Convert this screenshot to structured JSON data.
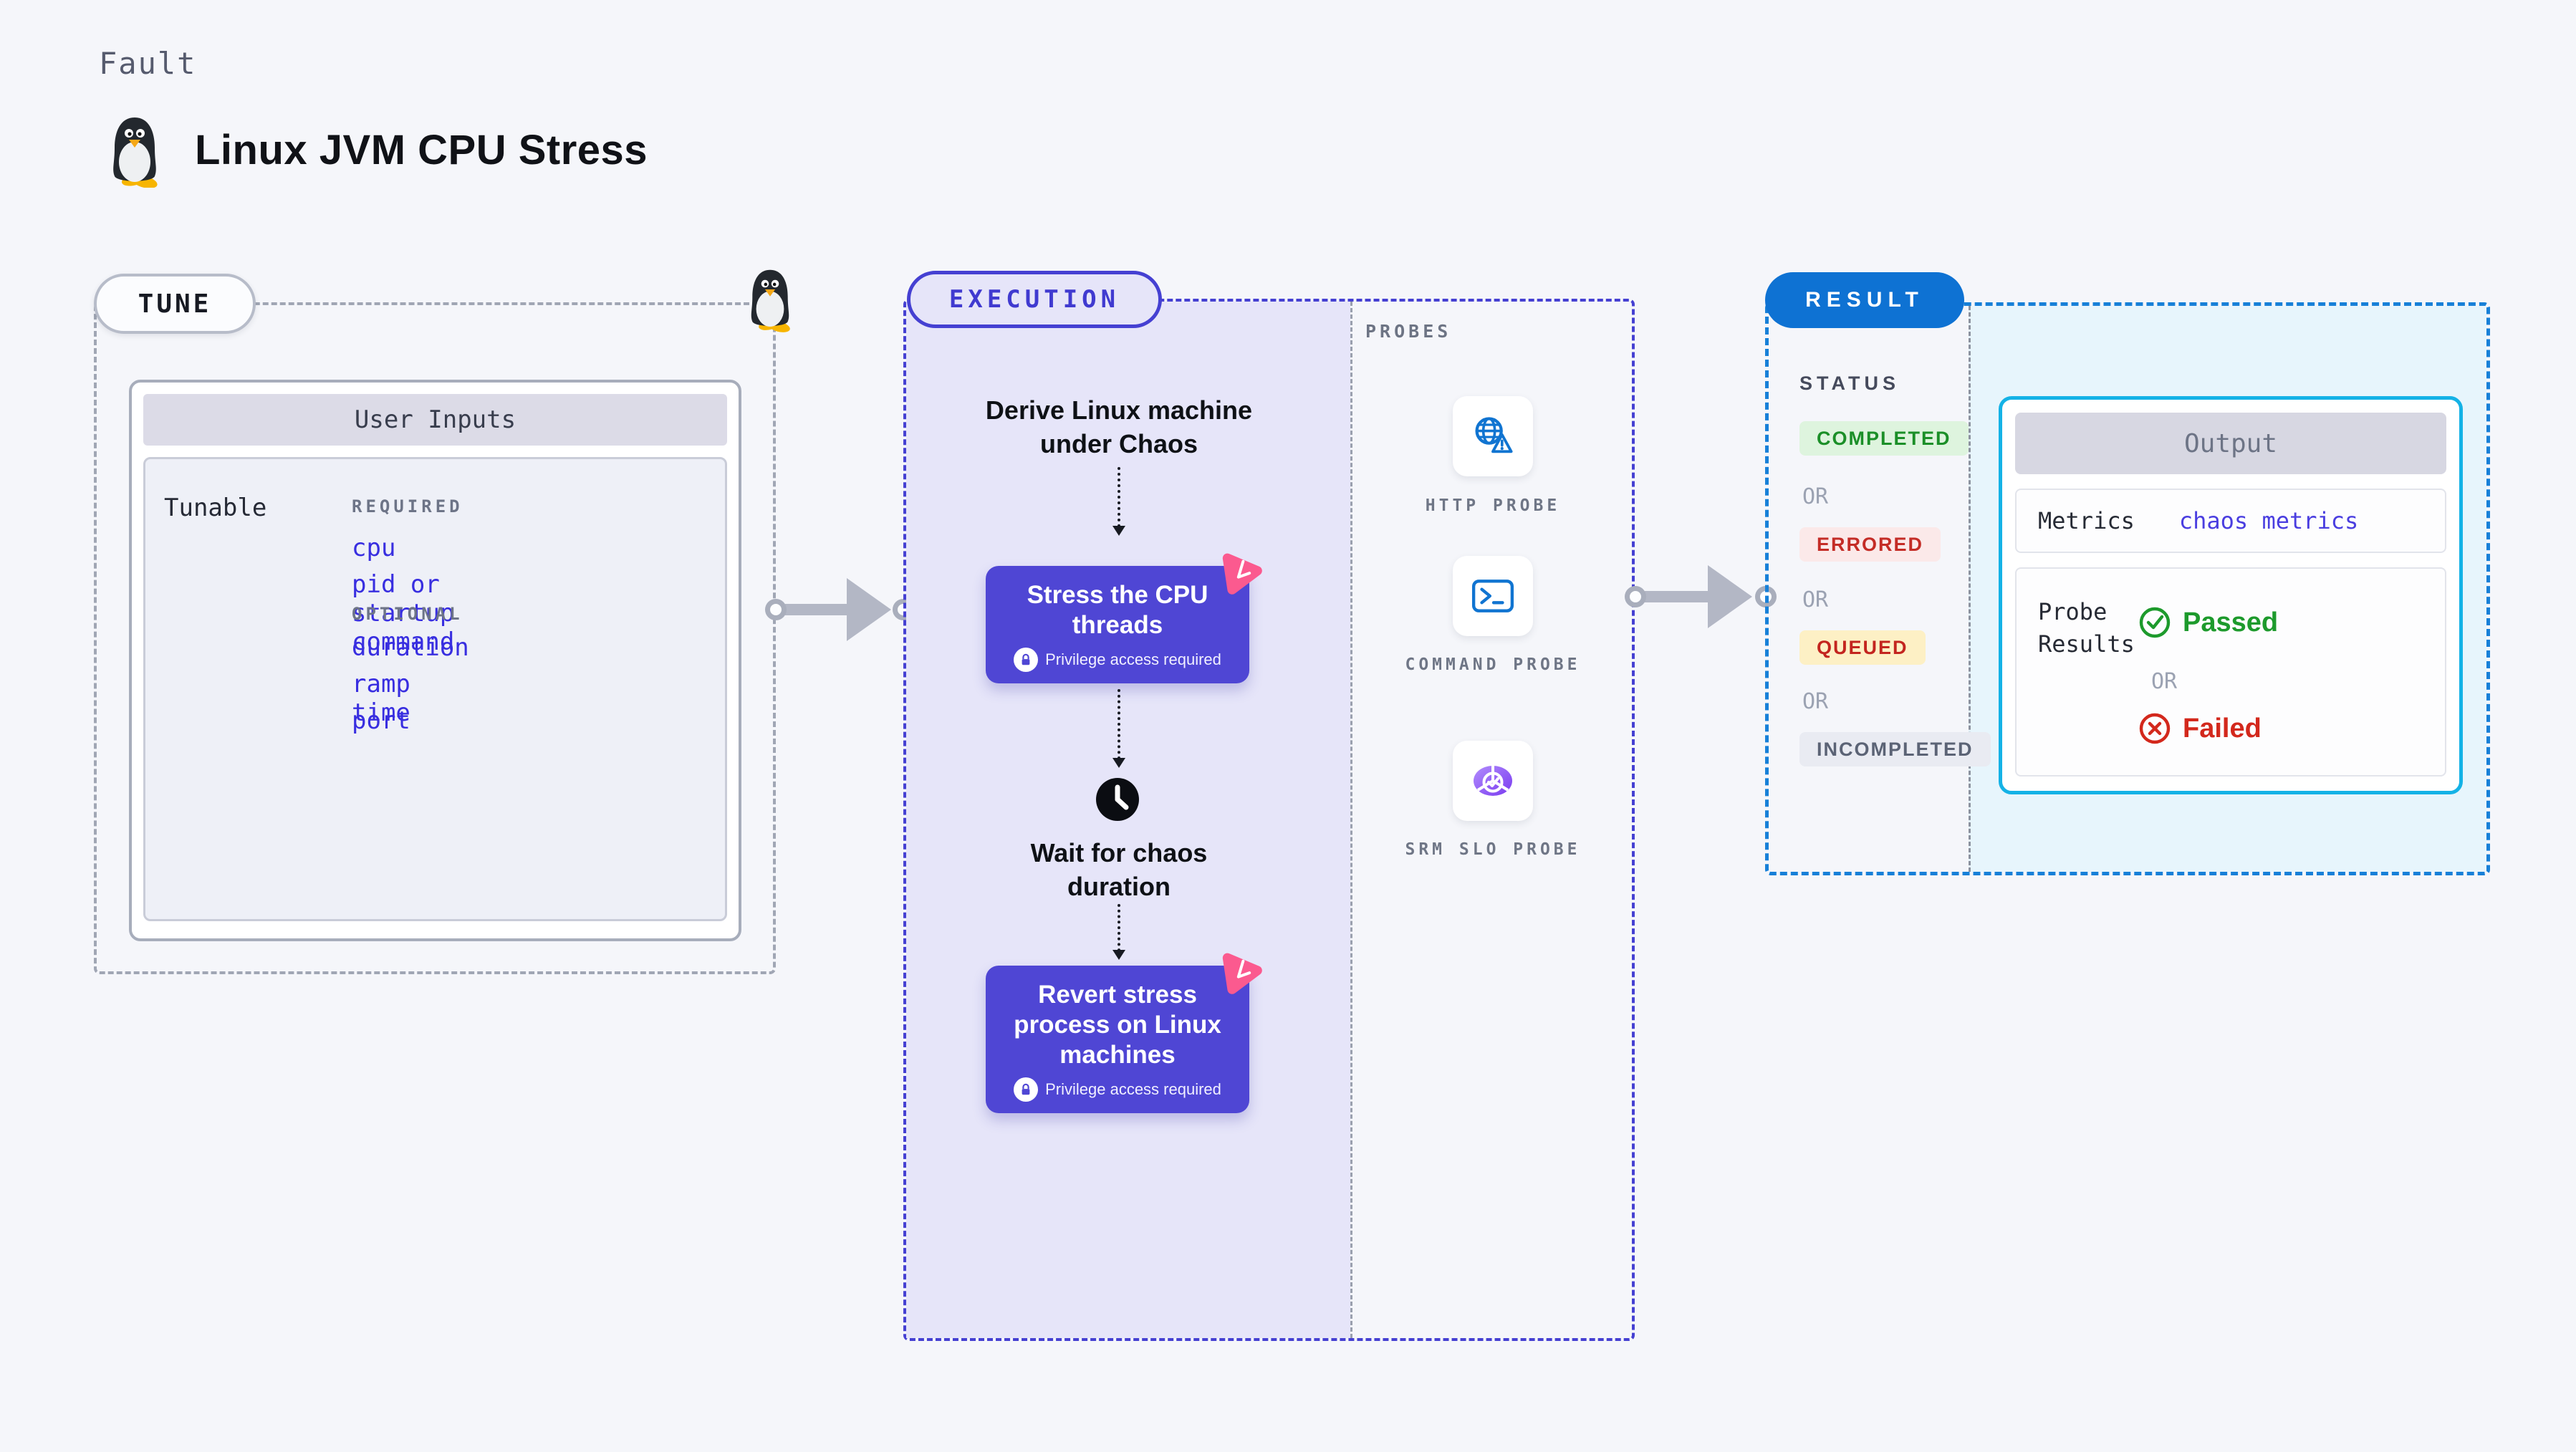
{
  "page": {
    "fault_label": "Fault",
    "title": "Linux JVM CPU Stress"
  },
  "tune": {
    "badge": "TUNE",
    "user_inputs": {
      "header": "User Inputs",
      "row_label": "Tunable",
      "required_label": "REQUIRED",
      "required_items": [
        "cpu",
        "pid or startup command"
      ],
      "optional_label": "OPTIONAL",
      "optional_items": [
        "duration",
        "ramp time",
        "port"
      ]
    }
  },
  "execution": {
    "badge": "EXECUTION",
    "steps": {
      "derive": "Derive Linux machine under Chaos",
      "stress": "Stress the CPU threads",
      "privilege_note": "Privilege access required",
      "wait": "Wait for chaos duration",
      "revert": "Revert stress process on Linux machines"
    },
    "probes": {
      "label": "PROBES",
      "items": [
        {
          "label": "HTTP PROBE",
          "icon": "globe-alert-icon"
        },
        {
          "label": "COMMAND PROBE",
          "icon": "terminal-icon"
        },
        {
          "label": "SRM SLO PROBE",
          "icon": "slo-donut-icon"
        }
      ]
    }
  },
  "result": {
    "badge": "RESULT",
    "status": {
      "label": "STATUS",
      "or_label": "OR",
      "badges": [
        {
          "label": "COMPLETED",
          "type": "success"
        },
        {
          "label": "ERRORED",
          "type": "error"
        },
        {
          "label": "QUEUED",
          "type": "warning"
        },
        {
          "label": "INCOMPLETED",
          "type": "neutral"
        }
      ]
    },
    "output": {
      "header": "Output",
      "metrics_label": "Metrics",
      "metrics_value": "chaos metrics",
      "probe_results_label": "Probe Results",
      "passed_label": "Passed",
      "or_label": "OR",
      "failed_label": "Failed"
    }
  },
  "colors": {
    "accent_indigo": "#4f46d4",
    "lavender_fill": "#e6e5f9",
    "result_blue": "#0e72d3",
    "output_border_cyan": "#14b2e6",
    "cyan_fill": "#e7f5fc",
    "success_green": "#1d9a2c",
    "error_red": "#c9291f",
    "queued_yellow_bg": "#fdf0c5",
    "link_blue": "#382ee0",
    "chaos_pink": "#fb5a8f",
    "probe_icon_blue": "#1074d1"
  }
}
